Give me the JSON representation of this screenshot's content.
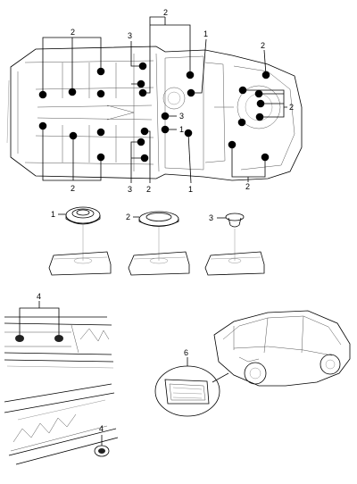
{
  "callouts": {
    "floor": {
      "top_2a": "2",
      "top_3a": "3",
      "top_2b": "2",
      "top_1a": "1",
      "right_2a": "2",
      "right_2b": "2",
      "mid_3": "3",
      "mid_1": "1",
      "bot_2a": "2",
      "bot_3": "3",
      "bot_2b": "2",
      "bot_1": "1",
      "bot_2c": "2"
    },
    "plugs": {
      "p1": "1",
      "p2": "2",
      "p3": "3"
    },
    "detail_top": "4",
    "detail_bottom": "4",
    "car": "6"
  }
}
